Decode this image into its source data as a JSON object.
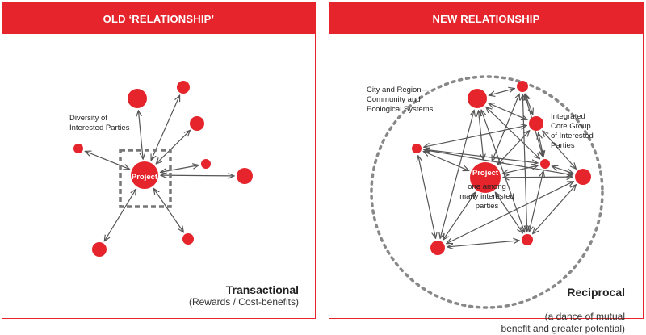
{
  "old": {
    "header": "OLD ‘RELATIONSHIP’",
    "center_label": "Project",
    "diversity_label": "Diversity of\nInterested Parties",
    "caption_title": "Transactional",
    "caption_text": "(Rewards / Cost-benefits)"
  },
  "new": {
    "header": "NEW RELATIONSHIP",
    "center_label": "Project",
    "center_sub": "one among\nmany interested\nparties",
    "city_label": "City and Region—\nCommunity and\nEcological Systems",
    "core_label": "Integrated\nCore Group\nof Interested\nParties",
    "caption_title": "Reciprocal",
    "caption_text": "(a dance of mutual\nbenefit and greater potential)"
  },
  "colors": {
    "accent": "#e5242b",
    "arrow": "#555555",
    "dashed": "#888888"
  }
}
